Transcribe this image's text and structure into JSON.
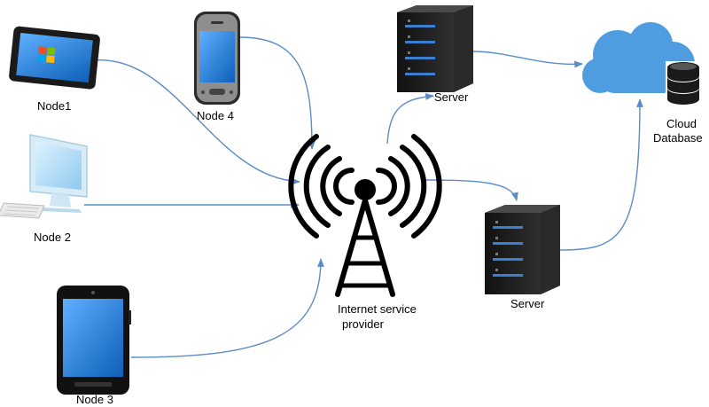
{
  "labels": {
    "node1": "Node1",
    "node2": "Node 2",
    "node3": "Node 3",
    "node4": "Node 4",
    "isp_line1": "Internet service",
    "isp_line2": "provider",
    "server_top": "Server",
    "server_bottom": "Server",
    "cloud_line1": "Cloud",
    "cloud_line2": "Database"
  },
  "colors": {
    "connector": "#5b8cc7",
    "cloud": "#4f9de0",
    "server_body": "#1e1e1e",
    "server_light": "#3a7fd0",
    "screen": "#1c7fe0"
  },
  "icons": [
    "tablet-icon",
    "desktop-computer-icon",
    "smartphone-icon",
    "tablet-portrait-icon",
    "antenna-tower-icon",
    "server-icon",
    "cloud-icon",
    "database-icon"
  ]
}
